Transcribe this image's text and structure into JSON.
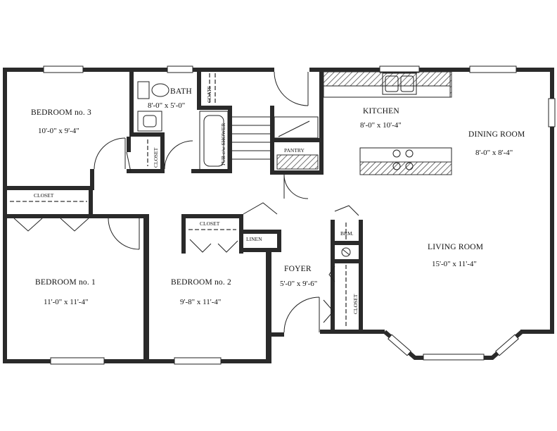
{
  "rooms": {
    "bedroom3": {
      "name": "BEDROOM no. 3",
      "dim": "10'-0\" x 9'-4\""
    },
    "bath": {
      "name": "BATH",
      "dim": "8'-0\" x 5'-0\""
    },
    "kitchen": {
      "name": "KITCHEN",
      "dim": "8'-0\" x 10'-4\""
    },
    "dining": {
      "name": "DINING ROOM",
      "dim": "8'-0\" x 8'-4\""
    },
    "living": {
      "name": "LIVING ROOM",
      "dim": "15'-0\" x 11'-4\""
    },
    "foyer": {
      "name": "FOYER",
      "dim": "5'-0\" x 9'-6\""
    },
    "bedroom1": {
      "name": "BEDROOM no. 1",
      "dim": "11'-0\" x 11'-4\""
    },
    "bedroom2": {
      "name": "BEDROOM no. 2",
      "dim": "9'-8\" x 11'-4\""
    }
  },
  "labels": {
    "closet": "CLOSET",
    "coats": "COATS",
    "tub": "TUB c/w SHOWER",
    "pantry": "PANTRY",
    "linen": "LINEN",
    "brm": "BRM."
  }
}
